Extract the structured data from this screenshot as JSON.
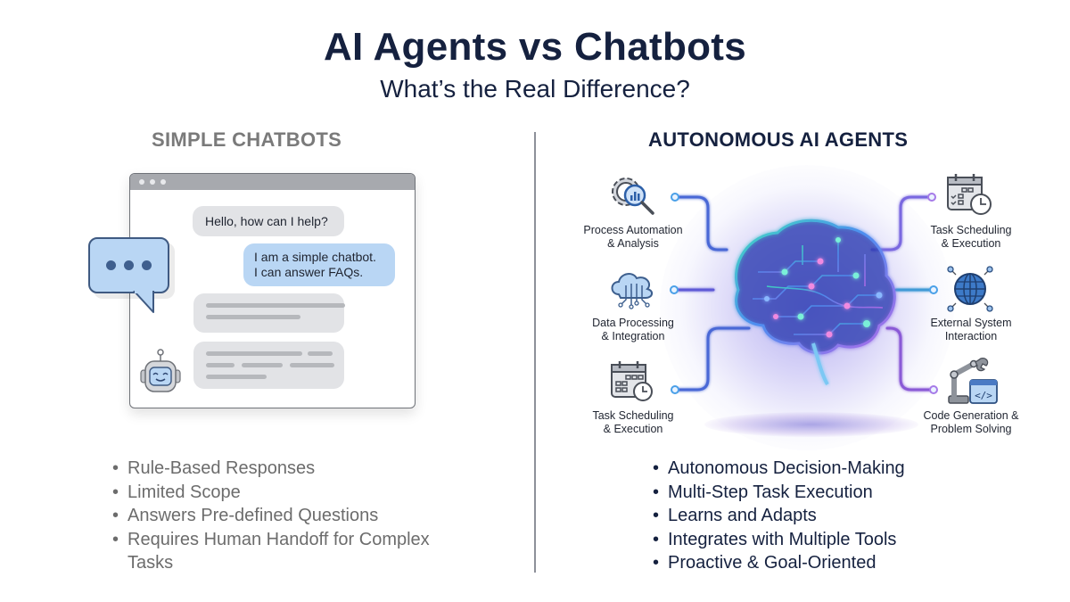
{
  "header": {
    "title": "AI Agents vs Chatbots",
    "subtitle": "What’s the Real Difference?"
  },
  "left": {
    "heading": "SIMPLE CHATBOTS",
    "chat": {
      "greeting": "Hello, how can I help?",
      "reply_line1": "I am a simple chatbot.",
      "reply_line2": "I can answer FAQs."
    },
    "bullets": [
      "Rule-Based Responses",
      "Limited Scope",
      "Answers Pre-defined Questions",
      "Requires Human Handoff for Complex Tasks"
    ]
  },
  "right": {
    "heading": "AUTONOMOUS AI AGENTS",
    "capabilities": [
      {
        "line1": "Process Automation",
        "line2": "& Analysis",
        "icon": "gear-magnifier-icon"
      },
      {
        "line1": "Data Processing",
        "line2": "& Integration",
        "icon": "cloud-data-icon"
      },
      {
        "line1": "Task Scheduling",
        "line2": "& Execution",
        "icon": "calendar-clock-icon"
      },
      {
        "line1": "Task Scheduling",
        "line2": "& Execution",
        "icon": "calendar-checklist-clock-icon"
      },
      {
        "line1": "External System",
        "line2": "Interaction",
        "icon": "globe-network-icon"
      },
      {
        "line1": "Code Generation &",
        "line2": "Problem Solving",
        "icon": "robot-arm-code-icon"
      }
    ],
    "bullets": [
      "Autonomous Decision-Making",
      "Multi-Step Task Execution",
      "Learns and Adapts",
      "Integrates with Multiple Tools",
      "Proactive & Goal-Oriented"
    ]
  },
  "colors": {
    "title": "#15213f",
    "left_text": "#6c6c6c",
    "bubble_blue": "#b9d6f4",
    "wire_blue": "#4a67d6",
    "wire_purple": "#8a5ad6",
    "icon_blue": "#3d74c4"
  }
}
